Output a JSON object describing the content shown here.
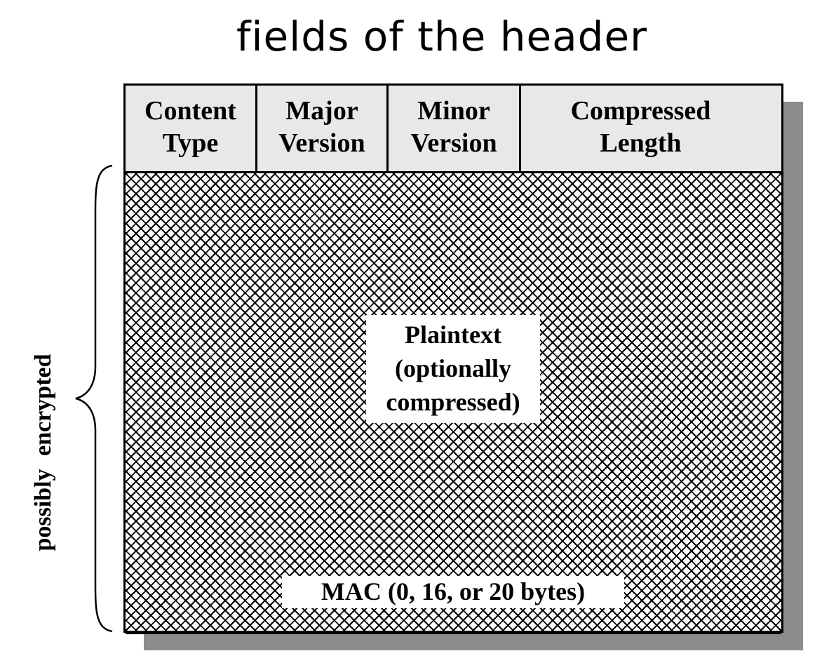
{
  "title": "fields of the header",
  "header_fields": [
    {
      "label": "Content\nType"
    },
    {
      "label": "Major\nVersion"
    },
    {
      "label": "Minor\nVersion"
    },
    {
      "label": "Compressed\nLength"
    }
  ],
  "body": {
    "plaintext_label": "Plaintext\n(optionally\ncompressed)",
    "mac_label": "MAC (0, 16, or 20 bytes)"
  },
  "side_label": "possibly encrypted",
  "colors": {
    "header_fill": "#e8e8e8",
    "shadow": "#8c8c8c",
    "hatch": "#000000"
  }
}
